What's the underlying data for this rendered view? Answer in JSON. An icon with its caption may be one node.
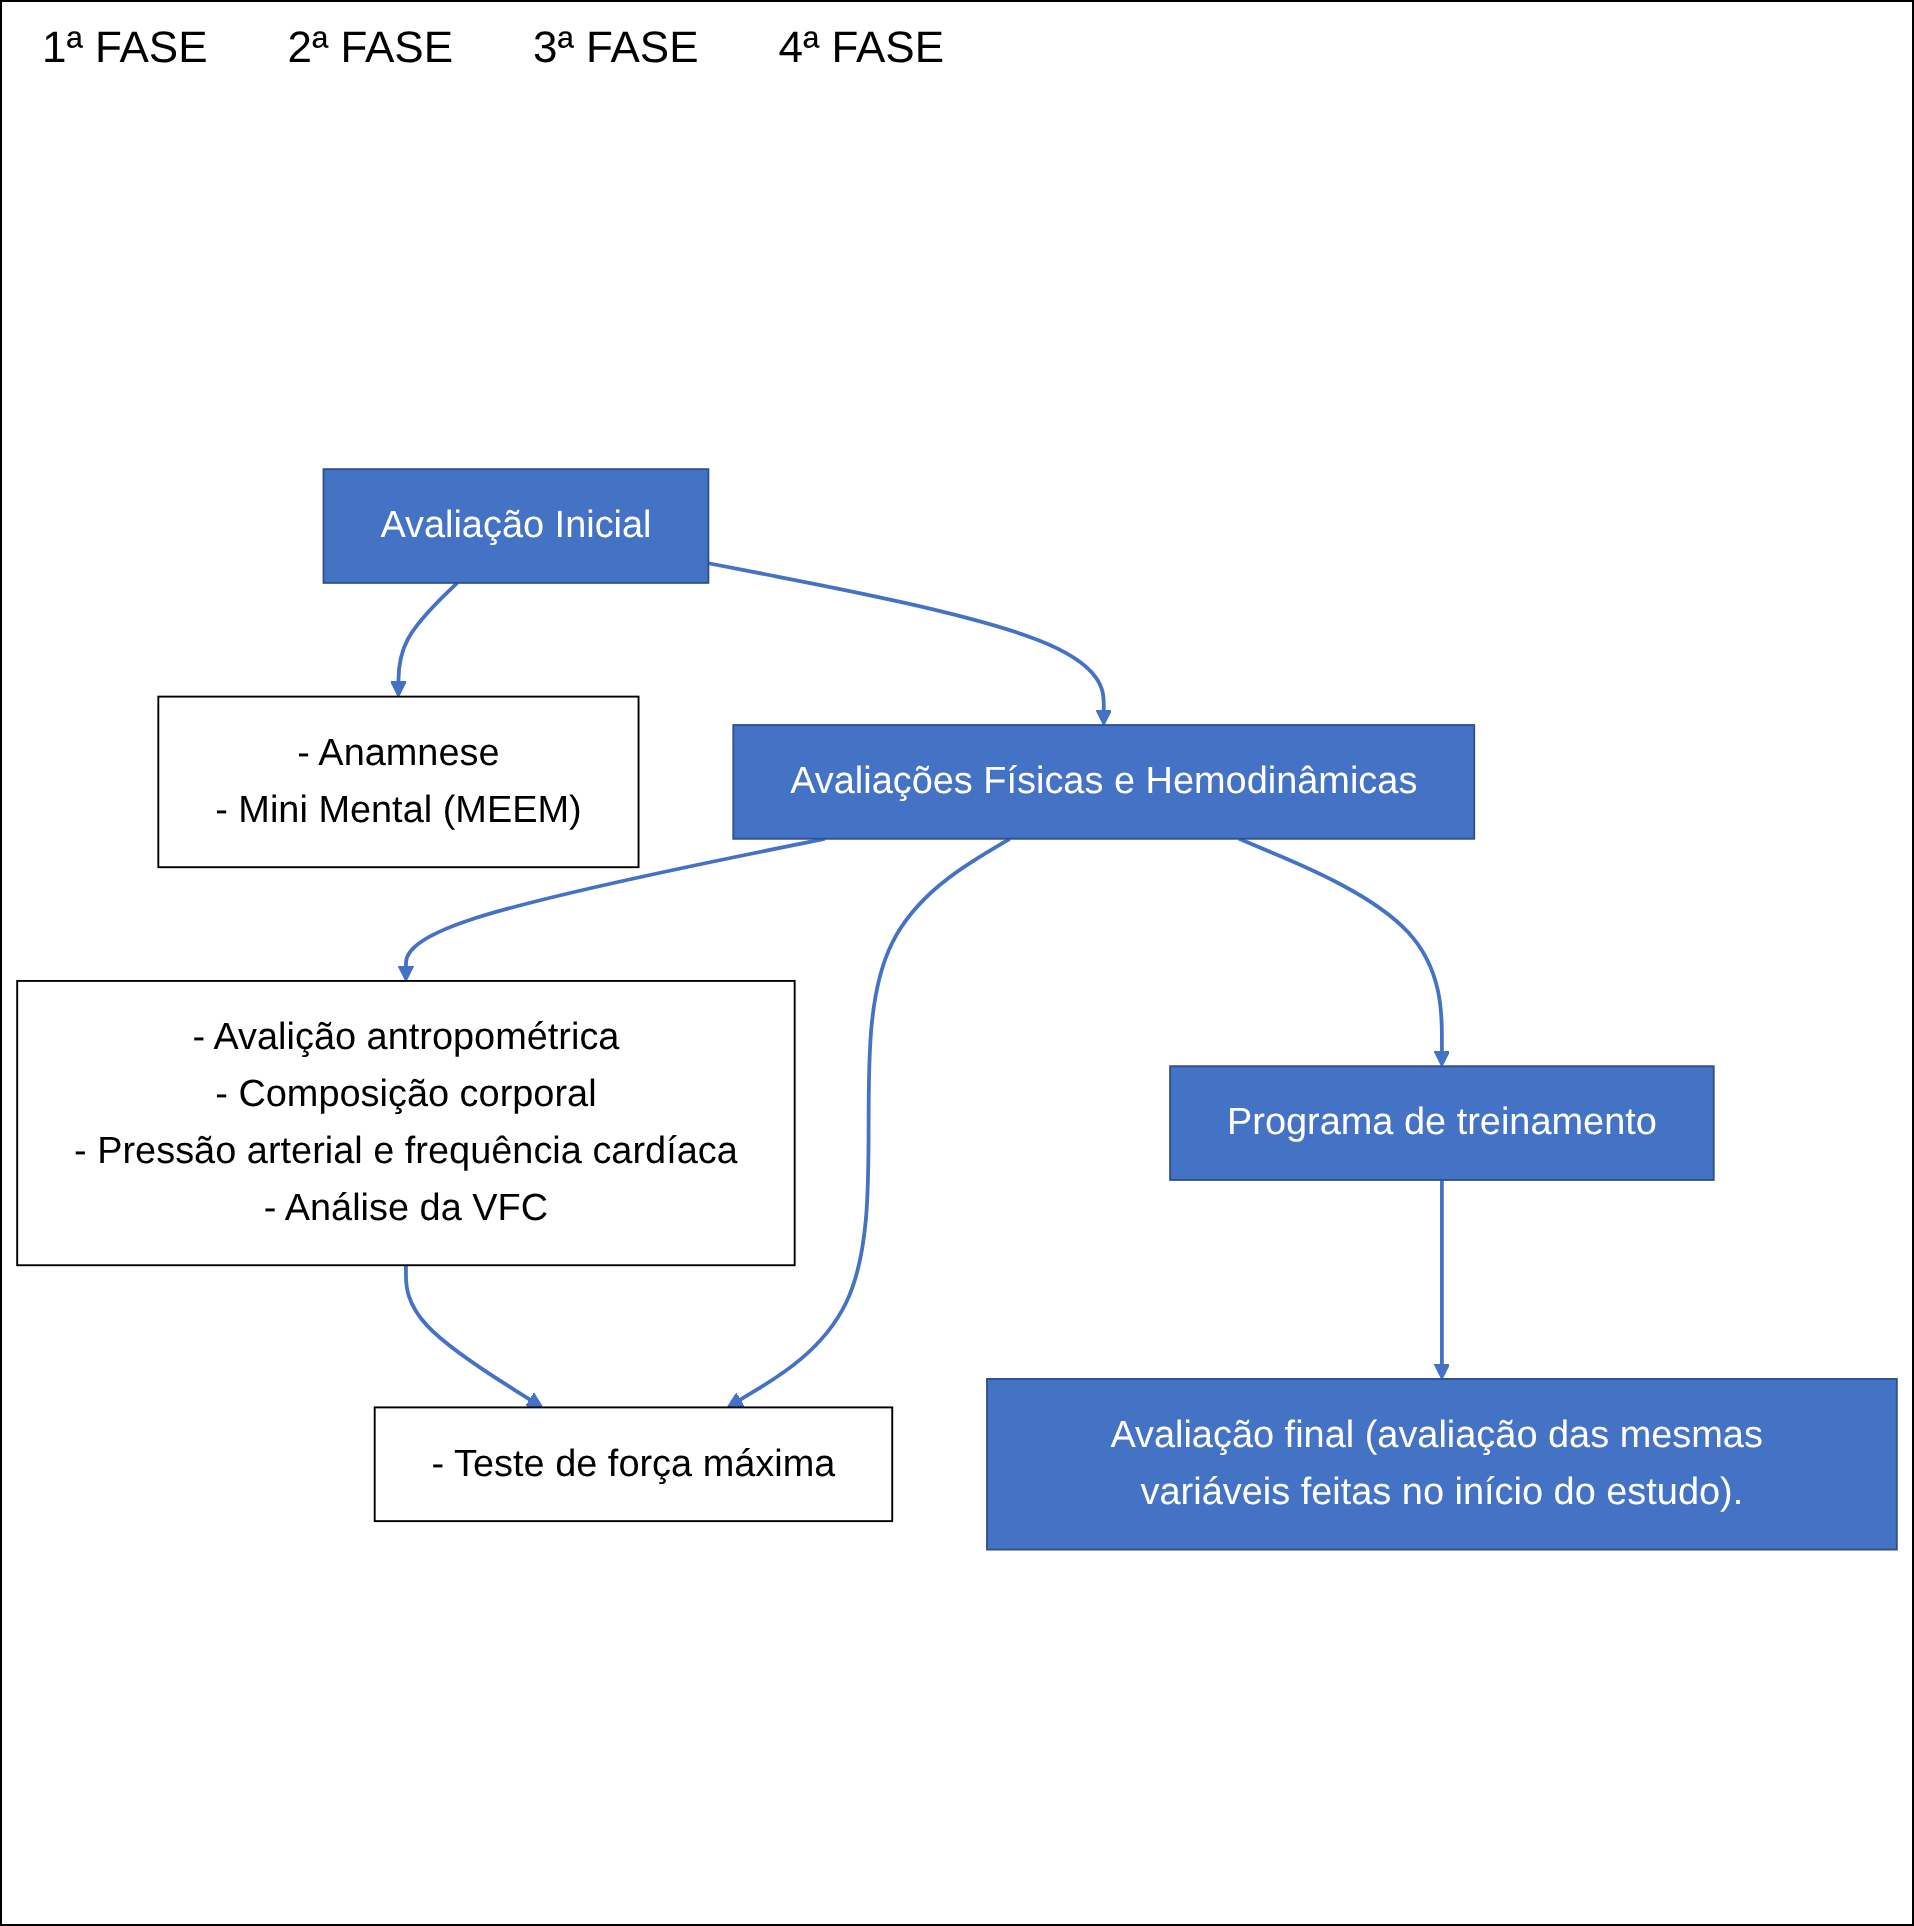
{
  "diagram": {
    "nodes": [
      {
        "text": [
          "Avaliação Inicial"
        ]
      },
      {
        "text": [
          "- Anamnese",
          "- Mini Mental (MEEM)"
        ]
      },
      {
        "text": [
          "Avaliações Físicas e Hemodinâmicas"
        ]
      },
      {
        "text": [
          "- Avalição antropométrica",
          "- Composição corporal",
          "- Pressão arterial e frequência cardíaca",
          "- Análise da VFC"
        ]
      },
      {
        "text": [
          "- Teste de força máxima"
        ]
      },
      {
        "text": [
          "Programa de treinamento"
        ]
      },
      {
        "text": [
          "Avaliação final (avaliação das mesmas variáveis feitas no início do estudo)."
        ]
      }
    ],
    "edges": [
      {
        "from": 0,
        "to": 2,
        "arrow": "to"
      },
      {
        "from": 0,
        "to": 1,
        "arrow": "to"
      },
      {
        "from": 2,
        "to": 3,
        "arrow": "to"
      },
      {
        "from": 3,
        "to": 4,
        "arrow": "to"
      },
      {
        "from": 2,
        "to": 4,
        "arrow": "to"
      },
      {
        "from": 2,
        "to": 5,
        "arrow": "to"
      },
      {
        "from": 5,
        "to": 6,
        "arrow": "to"
      }
    ],
    "labels": [
      "1ª FASE",
      "2ª FASE",
      "3ª FASE",
      "4ª FASE"
    ]
  }
}
